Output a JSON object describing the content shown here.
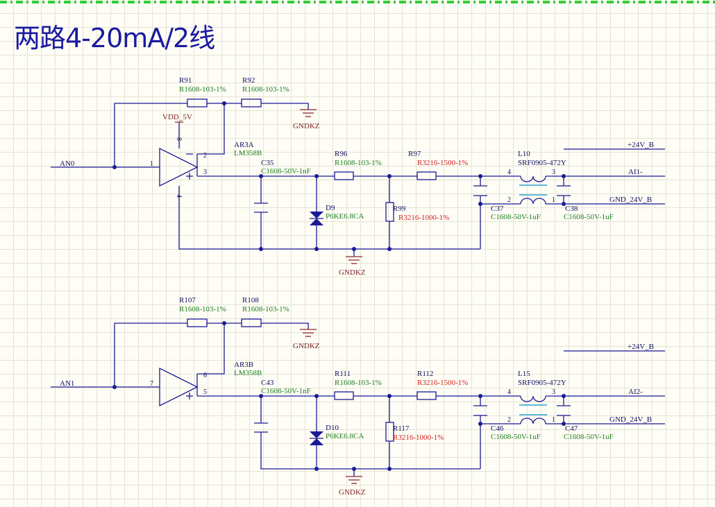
{
  "title": "两路4-20mA/2线",
  "colors": {
    "wire": "#1a1a96",
    "value_green": "#1f7f1f",
    "value_red": "#d02020",
    "ground": "#8a2b2b",
    "title": "#1a1aa0",
    "border_dash": "#33cc33",
    "grid": "#e6e3d4",
    "background": "#fefdf6"
  },
  "channels": [
    {
      "input_net": "AN0",
      "output_net": "AI1-",
      "supply_net": "+24V_B",
      "return_net": "GND_24V_B",
      "opamp": {
        "designator": "AR3A",
        "value": "LM358B",
        "pin_out": "1",
        "pin_inv": "2",
        "pin_noninv": "3",
        "pin_vcc": "8",
        "pin_gnd": "4"
      },
      "vdd": "VDD_5V",
      "r_fb1": {
        "designator": "R91",
        "value": "R1608-103-1%"
      },
      "r_fb2": {
        "designator": "R92",
        "value": "R1608-103-1%"
      },
      "gnd_top": "GNDKZ",
      "c_in": {
        "designator": "C35",
        "value": "C1608-50V-1nF"
      },
      "r_ser1": {
        "designator": "R96",
        "value": "R1608-103-1%"
      },
      "r_ser2": {
        "designator": "R97",
        "value": "R3216-1500-1%"
      },
      "diode": {
        "designator": "D9",
        "value": "P6KE6.8CA"
      },
      "r_sense": {
        "designator": "R99",
        "value": "R3216-1000-1%"
      },
      "inductor": {
        "designator": "L10",
        "value": "SRF0905-472Y",
        "p4": "4",
        "p3": "3",
        "p2": "2",
        "p1": "1"
      },
      "c_l": {
        "designator": "C37",
        "value": "C1608-50V-1uF"
      },
      "c_r": {
        "designator": "C38",
        "value": "C1608-50V-1uF"
      },
      "gnd_bot": "GNDKZ"
    },
    {
      "input_net": "AN1",
      "output_net": "AI2-",
      "supply_net": "+24V_B",
      "return_net": "GND_24V_B",
      "opamp": {
        "designator": "AR3B",
        "value": "LM358B",
        "pin_out": "7",
        "pin_inv": "6",
        "pin_noninv": "5"
      },
      "r_fb1": {
        "designator": "R107",
        "value": "R1608-103-1%"
      },
      "r_fb2": {
        "designator": "R108",
        "value": "R1608-103-1%"
      },
      "gnd_top": "GNDKZ",
      "c_in": {
        "designator": "C43",
        "value": "C1608-50V-1nF"
      },
      "r_ser1": {
        "designator": "R111",
        "value": "R1608-103-1%"
      },
      "r_ser2": {
        "designator": "R112",
        "value": "R3216-1500-1%"
      },
      "diode": {
        "designator": "D10",
        "value": "P6KE6.8CA"
      },
      "r_sense": {
        "designator": "R117",
        "value": "R3216-1000-1%"
      },
      "inductor": {
        "designator": "L15",
        "value": "SRF0905-472Y",
        "p4": "4",
        "p3": "3",
        "p2": "2",
        "p1": "1"
      },
      "c_l": {
        "designator": "C46",
        "value": "C1608-50V-1uF"
      },
      "c_r": {
        "designator": "C47",
        "value": "C1608-50V-1uF"
      },
      "gnd_bot": "GNDKZ"
    }
  ]
}
